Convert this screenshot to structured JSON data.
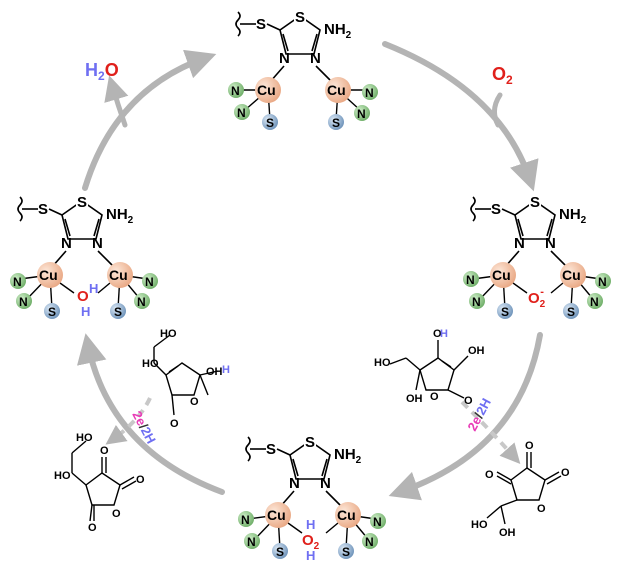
{
  "species": {
    "top": {
      "s_label": "S",
      "n_label": "N",
      "amine": "NH",
      "amine_sub": "2",
      "cu": "Cu",
      "n_ligand": "N",
      "s_ligand": "S",
      "bridge": ""
    },
    "right": {
      "s_label": "S",
      "n_label": "N",
      "amine": "NH",
      "amine_sub": "2",
      "cu": "Cu",
      "n_ligand": "N",
      "s_ligand": "S",
      "bridge": "O",
      "bridge_sub": "2",
      "bridge_sup": "-"
    },
    "bottom": {
      "s_label": "S",
      "n_label": "N",
      "amine": "NH",
      "amine_sub": "2",
      "cu": "Cu",
      "n_ligand": "N",
      "s_ligand": "S",
      "bridge_h": "H",
      "bridge": "O",
      "bridge_sub": "2",
      "bridge_h2": "H"
    },
    "left": {
      "s_label": "S",
      "n_label": "N",
      "amine": "NH",
      "amine_sub": "2",
      "cu": "Cu",
      "n_ligand": "N",
      "s_ligand": "S",
      "bridge": "O",
      "bridge_h": "H",
      "bridge_h2": "H"
    }
  },
  "reagents": {
    "o2": {
      "main": "O",
      "sub": "2"
    },
    "h2o": {
      "h": "H",
      "sub": "2",
      "o": "O"
    }
  },
  "transfer_labels": {
    "right": {
      "e": "2e",
      "slash": "/",
      "h": "2H"
    },
    "left": {
      "e": "2e",
      "slash": "/",
      "h": "2H"
    }
  },
  "molecules": {
    "ascorbic": {
      "o": "O",
      "oh": "OH",
      "ho": "HO",
      "h": "H"
    },
    "dehydro": {
      "o": "O",
      "oh": "OH",
      "ho": "HO"
    }
  },
  "colors": {
    "arrow": "#b4b4b4",
    "cu_fill": "#f2c3a3",
    "n_fill": "#8fc98a",
    "s_fill": "#8fb2d4",
    "o2_red": "#e0201b",
    "h_blue": "#6f6ff2",
    "electron_magenta": "#e83bb6"
  }
}
